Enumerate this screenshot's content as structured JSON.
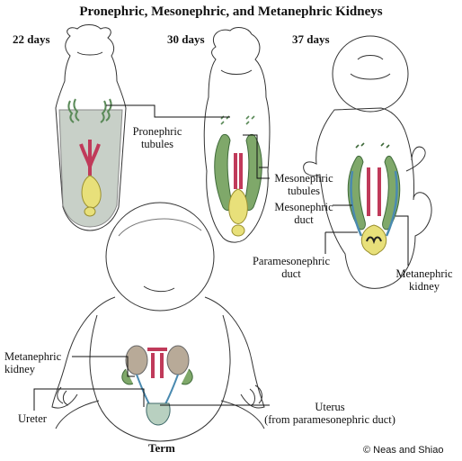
{
  "title": "Pronephric, Mesonephric, and Metanephric Kidneys",
  "stages": {
    "day22": "22 days",
    "day30": "30 days",
    "day37": "37 days",
    "term": "Term"
  },
  "labels": {
    "pronephric_tubules": [
      "Pronephric",
      "tubules"
    ],
    "mesonephric_tubules": [
      "Mesonephric",
      "tubules"
    ],
    "mesonephric_duct": [
      "Mesonephric",
      "duct"
    ],
    "paramesonephric_duct": [
      "Paramesonephric",
      "duct"
    ],
    "metanephric_kidney_right": [
      "Metanephric",
      "kidney"
    ],
    "metanephric_kidney_left": [
      "Metanephric",
      "kidney"
    ],
    "ureter": "Ureter",
    "uterus": [
      "Uterus",
      "(from paramesonephric duct)"
    ]
  },
  "credit": "© Neas and Shiao",
  "colors": {
    "outline": "#333333",
    "mesonephric_green": "#7fa86a",
    "duct_pink": "#c03a5a",
    "bladder_yellow": "#e8e07a",
    "kidney_gray": "#b8aa98",
    "duct_blue": "#4a8ab0",
    "embryo_fill": "#c8d0c8"
  }
}
